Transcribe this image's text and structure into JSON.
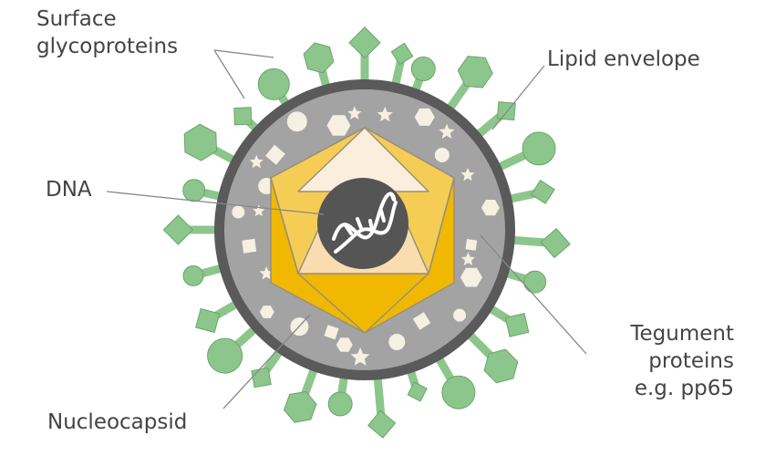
{
  "labels": {
    "surface_line1": "Surface",
    "surface_line2": "glycoproteins",
    "lipid": "Lipid envelope",
    "dna": "DNA",
    "tegument_line1": "Tegument",
    "tegument_line2": "proteins",
    "tegument_line3": "e.g. pp65",
    "nucleocapsid": "Nucleocapsid"
  },
  "colors": {
    "spike": "#8cc68c",
    "spike_stroke": "#6aa56a",
    "envelope": "#5a5a5a",
    "tegument": "#a3a3a3",
    "tegument_particle": "#f5f0e1",
    "capsid_outer": "#f0b800",
    "capsid_mid": "#f5cd55",
    "capsid_light": "#f9ddb0",
    "capsid_top": "#fbeedd",
    "core": "#555555",
    "line": "#888888",
    "text": "#444444"
  },
  "icons": {
    "dna": "dna-helix-icon"
  }
}
